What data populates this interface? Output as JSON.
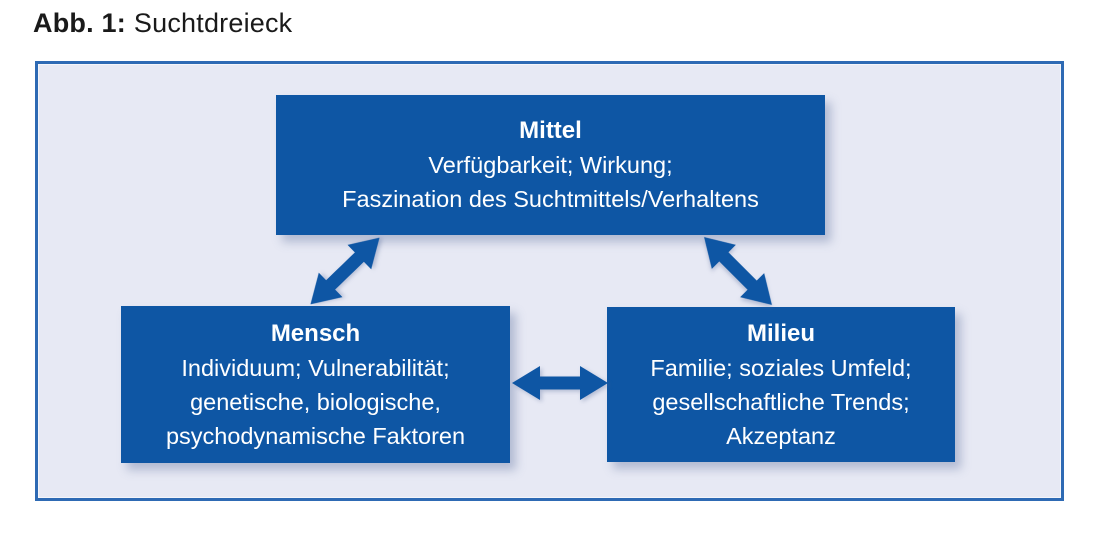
{
  "figure": {
    "label": "Abb. 1:",
    "title": "Suchtdreieck"
  },
  "colors": {
    "box_blue": "#0e56a4",
    "box_text": "#ffffff",
    "frame_border": "#2e6ab4",
    "frame_fill": "#e7e9f4",
    "caption_text": "#1a1a1a"
  },
  "diagram": {
    "nodes": [
      {
        "id": "mittel",
        "title": "Mittel",
        "lines": [
          "Verfügbarkeit; Wirkung;",
          "Faszination des Suchtmittels/Verhaltens"
        ]
      },
      {
        "id": "mensch",
        "title": "Mensch",
        "lines": [
          "Individuum; Vulnerabilität;",
          "genetische, biologische,",
          "psychodynamische Faktoren"
        ]
      },
      {
        "id": "milieu",
        "title": "Milieu",
        "lines": [
          "Familie; soziales Umfeld;",
          "gesellschaftliche Trends;",
          "Akzeptanz"
        ]
      }
    ],
    "edges": [
      {
        "from": "Mittel",
        "to": "Mensch",
        "type": "double-arrow"
      },
      {
        "from": "Mittel",
        "to": "Milieu",
        "type": "double-arrow"
      },
      {
        "from": "Mensch",
        "to": "Milieu",
        "type": "double-arrow"
      }
    ]
  }
}
